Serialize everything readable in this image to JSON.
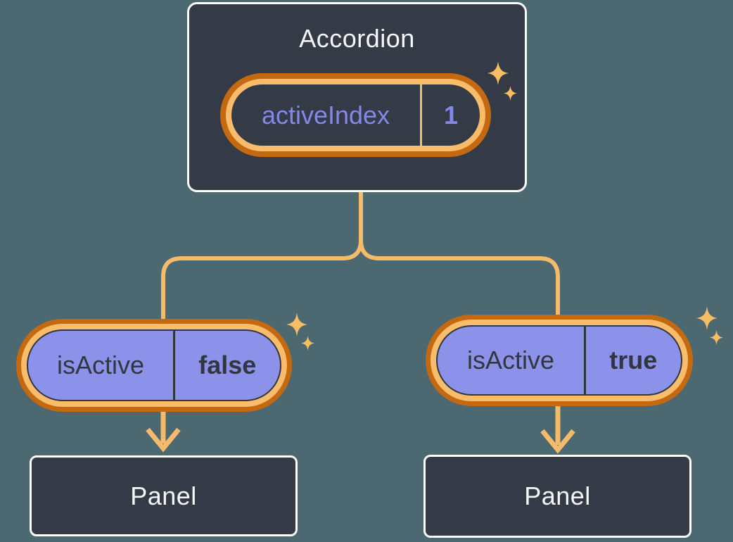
{
  "diagram": {
    "description": "React state diagram: Accordion parent holds activeIndex state shared by two children with isActive props, each rendering a Panel",
    "accordion": {
      "title": "Accordion",
      "state": {
        "name": "activeIndex",
        "value": "1"
      }
    },
    "components": [
      {
        "state": {
          "name": "isActive",
          "value": "false"
        },
        "panel": {
          "label": "Panel"
        }
      },
      {
        "state": {
          "name": "isActive",
          "value": "true"
        },
        "panel": {
          "label": "Panel"
        }
      }
    ],
    "icons": {
      "sparkle": "four-point-star"
    },
    "colors": {
      "background": "#4C6870",
      "box_fill": "#343A46",
      "box_border": "#FFFFFF",
      "text_light": "#F6F7F9",
      "text_dark": "#31363F",
      "purple_fill": "#8C92E9",
      "purple_text": "#8289E6",
      "orange_dark_ring": "#C4690F",
      "orange_light_ring": "#F8BC6B",
      "connector_line": "#F6BB6A",
      "sparkle": "#F8BC62"
    }
  }
}
